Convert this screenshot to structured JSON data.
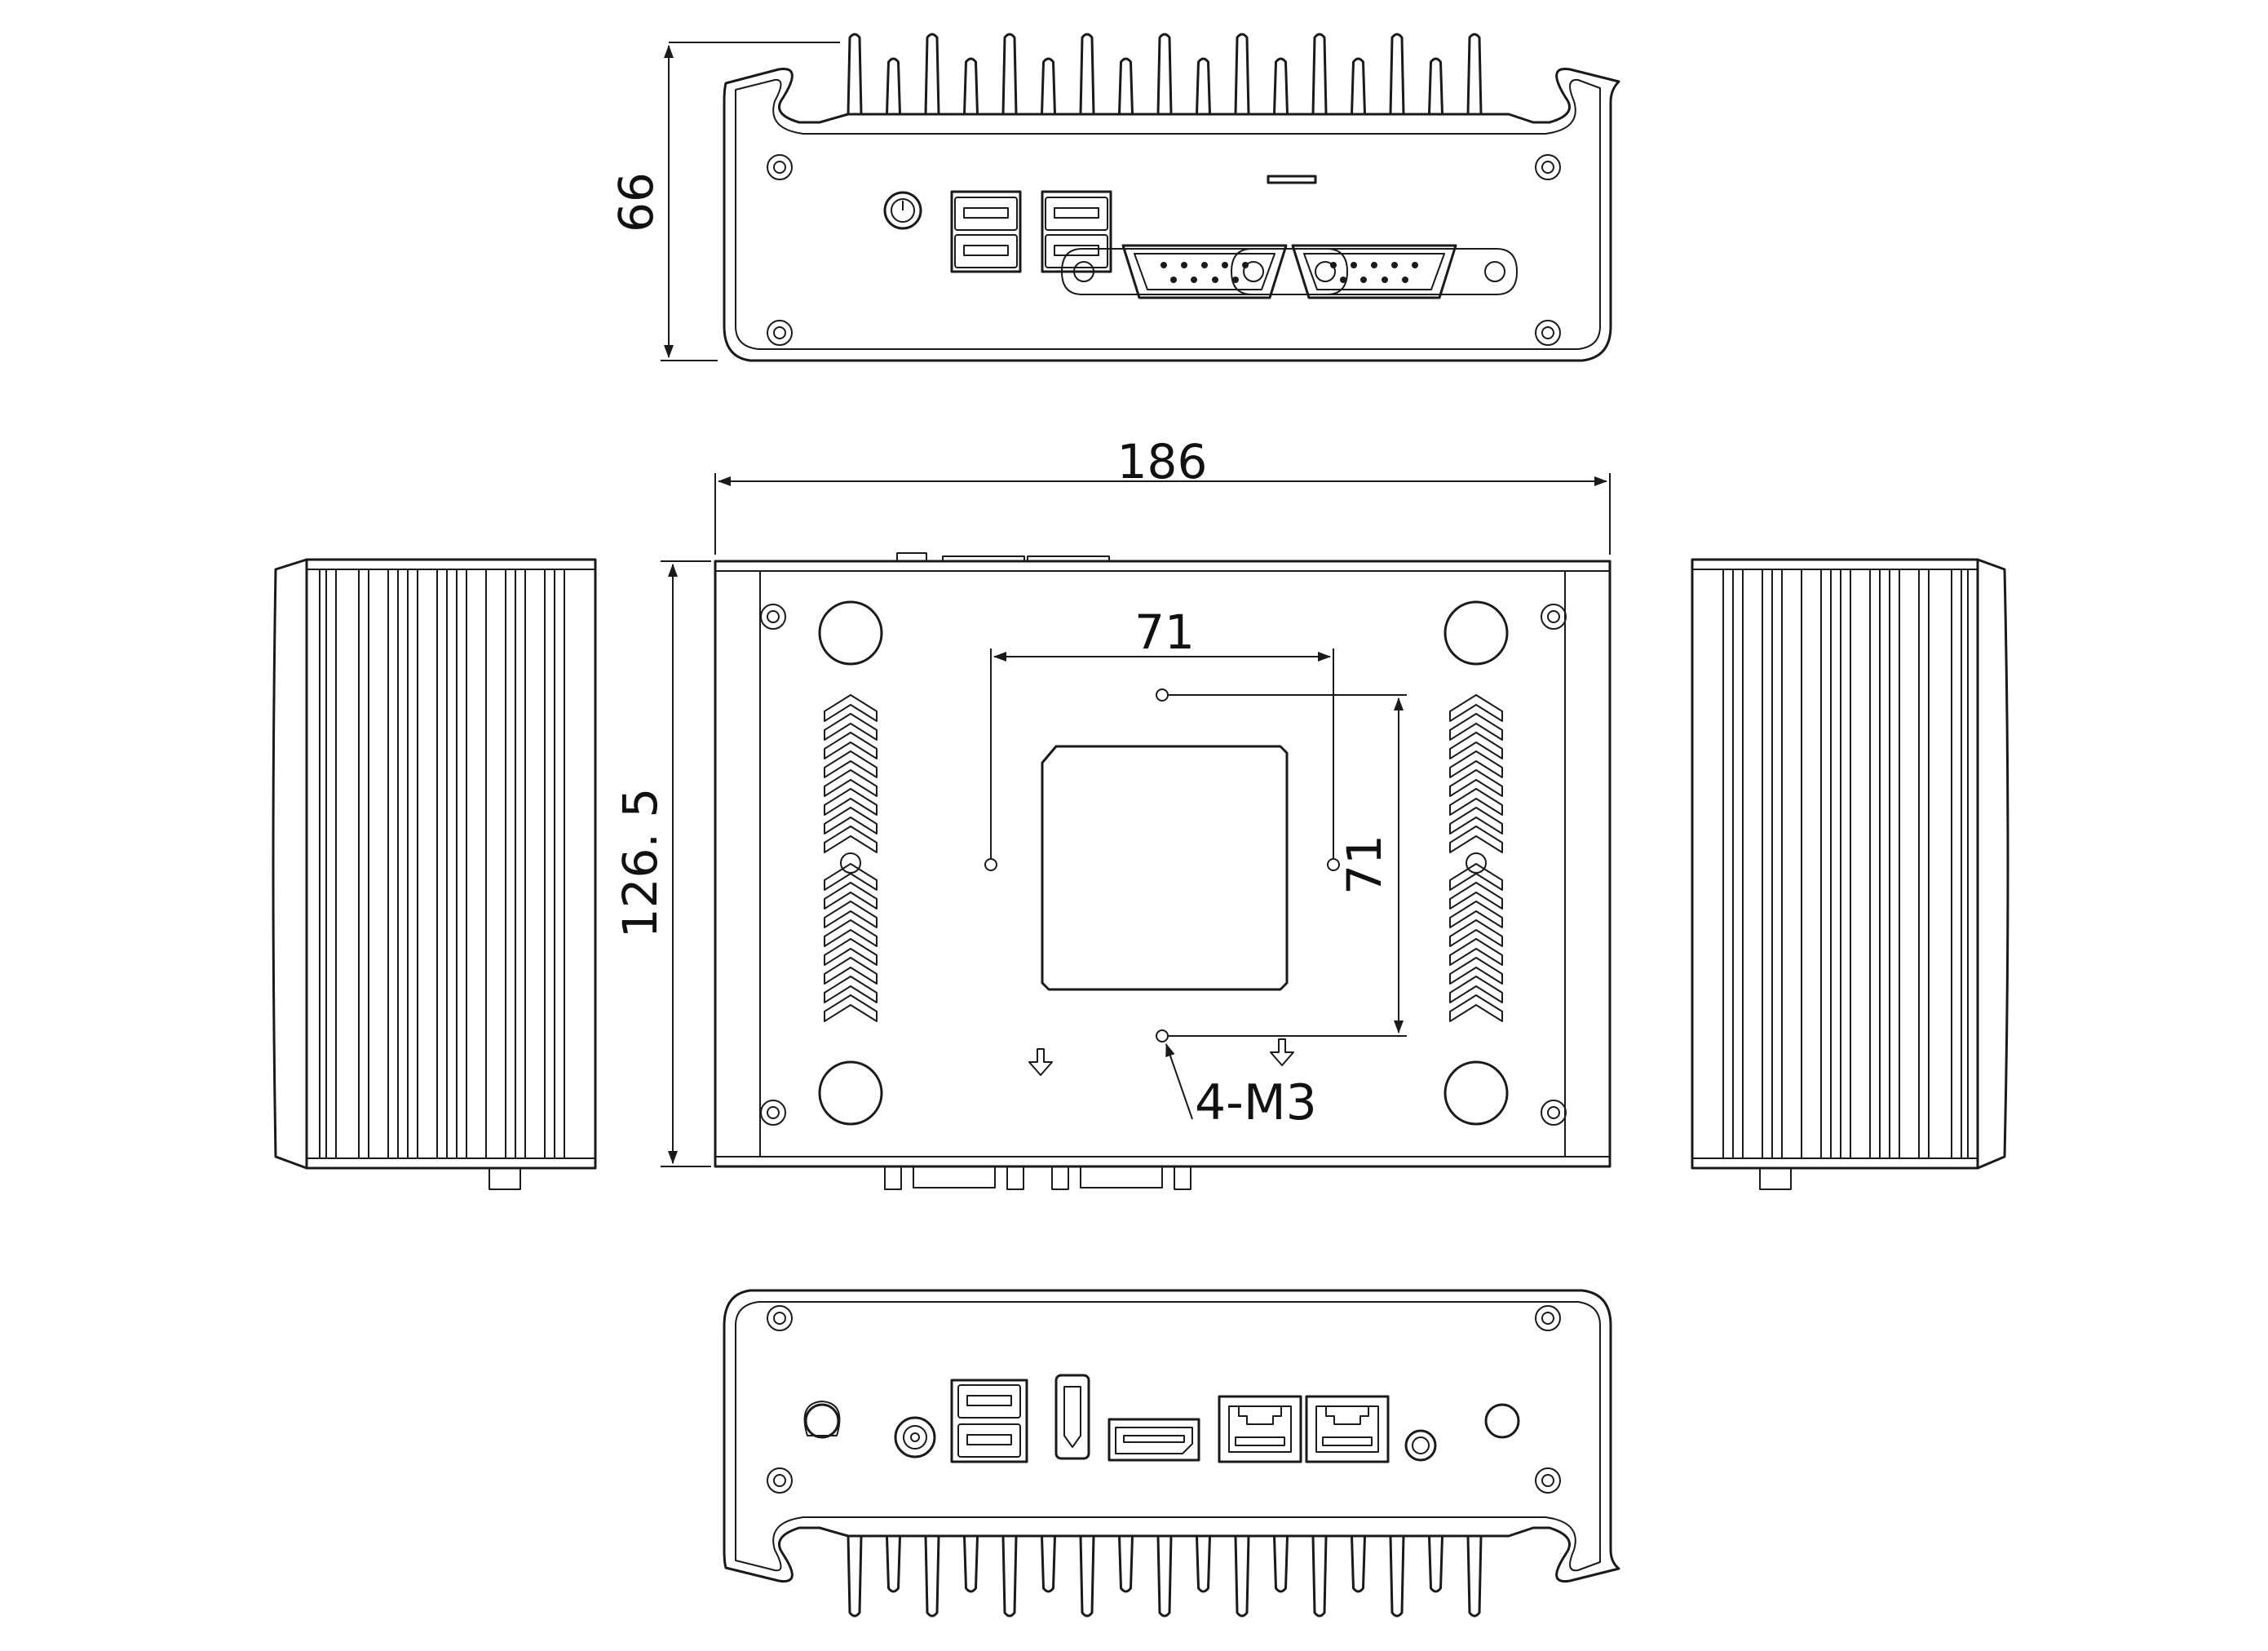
{
  "dimensions": {
    "height": "66",
    "width": "186",
    "depth": "126. 5",
    "hole_spacing_x": "71",
    "hole_spacing_y": "71"
  },
  "callouts": {
    "mount_screws": "4-M3"
  },
  "views": {
    "front_ports": [
      "power-button",
      "usb-a",
      "usb-a",
      "usb-a",
      "usb-a",
      "com-port",
      "com-port",
      "led-slot"
    ],
    "rear_ports": [
      "dc-in",
      "usb-a",
      "usb-a",
      "hdmi",
      "displayport",
      "rj45",
      "rj45",
      "antenna"
    ]
  },
  "colors": {
    "line": "#1a1a1a",
    "background": "#ffffff"
  }
}
